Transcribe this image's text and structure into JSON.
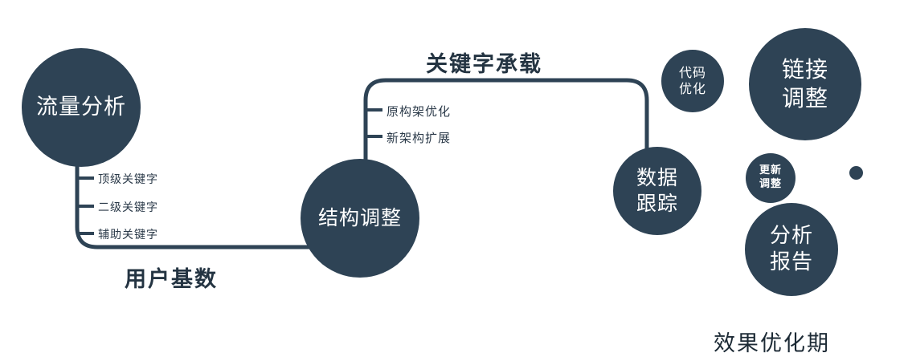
{
  "colors": {
    "primary": "#2e4355",
    "label_dark": "#243442",
    "branch_text": "#2b3a49",
    "node_text": "#ffffff",
    "background": "#ffffff"
  },
  "nodes": {
    "traffic": {
      "label": "流量分析"
    },
    "structure": {
      "label": "结构调整"
    },
    "tracking": {
      "line1": "数据",
      "line2": "跟踪"
    },
    "code": {
      "line1": "代码",
      "line2": "优化"
    },
    "link": {
      "line1": "链接",
      "line2": "调整"
    },
    "update": {
      "line1": "更新",
      "line2": "调整"
    },
    "report": {
      "line1": "分析",
      "line2": "报告"
    }
  },
  "edge_labels": {
    "keyword_carry": "关键字承载",
    "user_base": "用户基数"
  },
  "branches": {
    "traffic": [
      "顶级关键字",
      "二级关键字",
      "辅助关键字"
    ],
    "structure": [
      "原构架优化",
      "新架构扩展"
    ]
  },
  "footer": "效果优化期"
}
